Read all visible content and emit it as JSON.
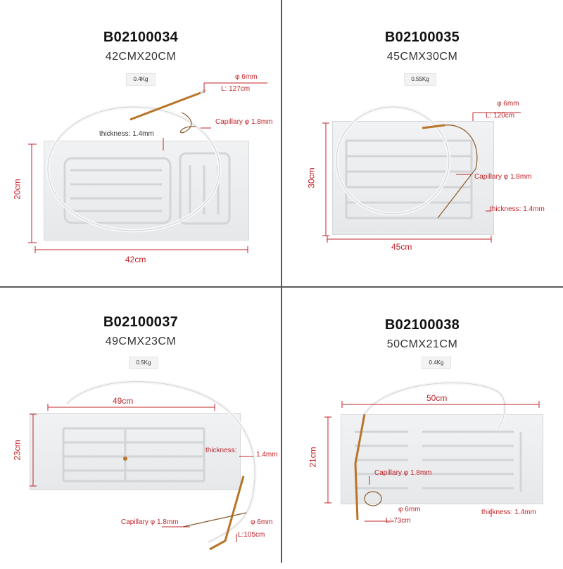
{
  "panels": [
    {
      "code": "B02100034",
      "size": "42CMX20CM",
      "weight": "0.4Kg",
      "phi": "φ 6mm",
      "length": "L: 127cm",
      "capillary": "Capillary φ 1.8mm",
      "thickness": "thickness: 1.4mm",
      "width_dim": "42cm",
      "height_dim": "20cm"
    },
    {
      "code": "B02100035",
      "size": "45CMX30CM",
      "weight": "0.55Kg",
      "phi": "φ 6mm",
      "length": "L: 120cm",
      "capillary": "Capillary φ 1.8mm",
      "thickness": "thickness: 1.4mm",
      "width_dim": "45cm",
      "height_dim": "30cm"
    },
    {
      "code": "B02100037",
      "size": "49CMX23CM",
      "weight": "0.5Kg",
      "phi": "φ 6mm",
      "length": "L:105cm",
      "capillary": "Capillary φ 1.8mm",
      "thickness": "thickness:",
      "thickness_value": "1.4mm",
      "width_dim": "49cm",
      "height_dim": "23cm"
    },
    {
      "code": "B02100038",
      "size": "50CMX21CM",
      "weight": "0.4Kg",
      "phi": "φ 6mm",
      "length": "L: 73cm",
      "capillary": "Capillary φ 1.8mm",
      "thickness": "thickness: 1.4mm",
      "width_dim": "50cm",
      "height_dim": "21cm"
    }
  ],
  "colors": {
    "annotation": "#c0252b",
    "divider": "#5a5a5a",
    "plate": "#e9eaec",
    "copper": "#b8742a"
  }
}
